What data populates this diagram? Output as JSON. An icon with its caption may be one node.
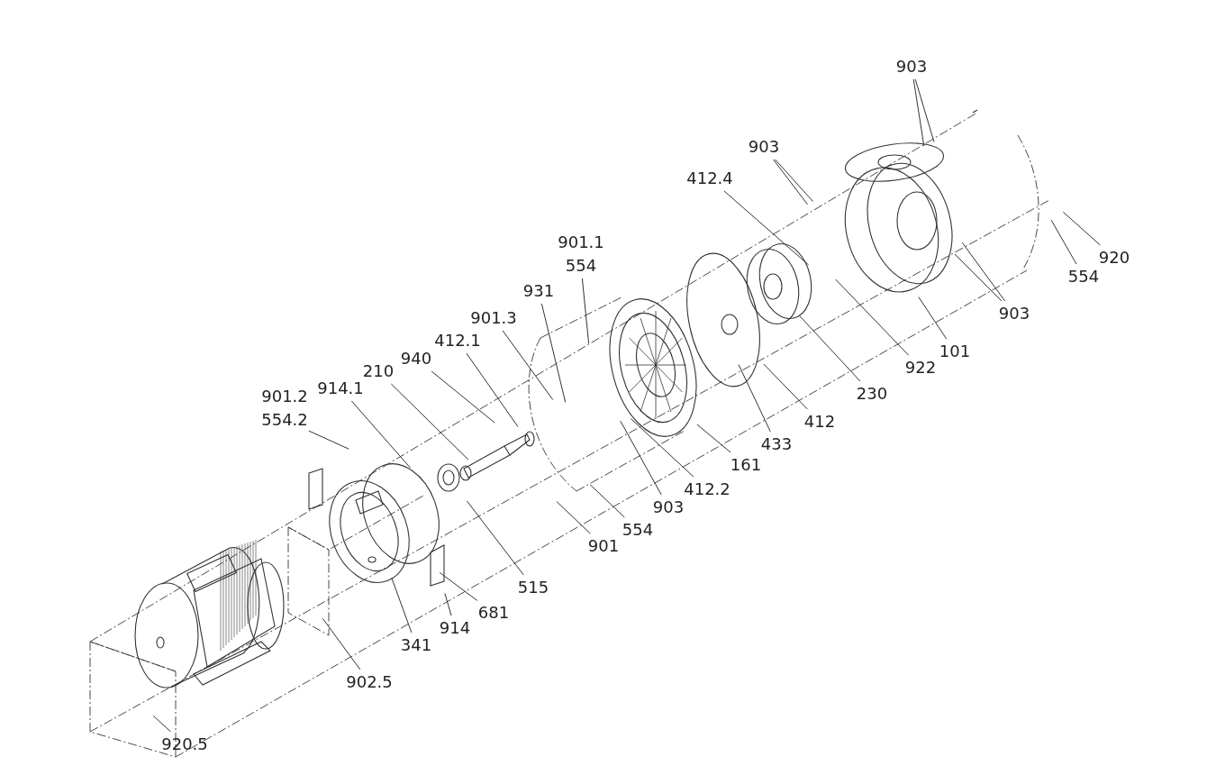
{
  "diagram": {
    "nodes": [
      {
        "text": [
          "903"
        ]
      },
      {
        "text": [
          "903"
        ]
      },
      {
        "text": [
          "412.4"
        ]
      },
      {
        "text": [
          "901.1",
          "554"
        ]
      },
      {
        "text": [
          "931"
        ]
      },
      {
        "text": [
          "901.3"
        ]
      },
      {
        "text": [
          "412.1"
        ]
      },
      {
        "text": [
          "940"
        ]
      },
      {
        "text": [
          "210"
        ]
      },
      {
        "text": [
          "914.1"
        ]
      },
      {
        "text": [
          "901.2",
          "554.2"
        ]
      },
      {
        "text": [
          "920"
        ]
      },
      {
        "text": [
          "554"
        ]
      },
      {
        "text": [
          "903"
        ]
      },
      {
        "text": [
          "101"
        ]
      },
      {
        "text": [
          "922"
        ]
      },
      {
        "text": [
          "230"
        ]
      },
      {
        "text": [
          "412"
        ]
      },
      {
        "text": [
          "433"
        ]
      },
      {
        "text": [
          "161"
        ]
      },
      {
        "text": [
          "412.2"
        ]
      },
      {
        "text": [
          "903"
        ]
      },
      {
        "text": [
          "554"
        ]
      },
      {
        "text": [
          "901"
        ]
      },
      {
        "text": [
          "515"
        ]
      },
      {
        "text": [
          "681"
        ]
      },
      {
        "text": [
          "914"
        ]
      },
      {
        "text": [
          "341"
        ]
      },
      {
        "text": [
          "902.5"
        ]
      },
      {
        "text": [
          "920.5"
        ]
      }
    ],
    "edges": [
      {
        "from": 0,
        "to": null,
        "arrow": "none"
      },
      {
        "from": 0,
        "to": null,
        "arrow": "none"
      },
      {
        "from": 1,
        "to": null,
        "arrow": "none"
      },
      {
        "from": 1,
        "to": null,
        "arrow": "none"
      },
      {
        "from": 2,
        "to": null,
        "arrow": "none"
      },
      {
        "from": 3,
        "to": null,
        "arrow": "none"
      },
      {
        "from": 4,
        "to": null,
        "arrow": "none"
      },
      {
        "from": 5,
        "to": null,
        "arrow": "none"
      },
      {
        "from": 6,
        "to": null,
        "arrow": "none"
      },
      {
        "from": 7,
        "to": null,
        "arrow": "none"
      },
      {
        "from": 8,
        "to": null,
        "arrow": "none"
      },
      {
        "from": 9,
        "to": null,
        "arrow": "none"
      },
      {
        "from": 10,
        "to": null,
        "arrow": "none"
      },
      {
        "from": 11,
        "to": null,
        "arrow": "none"
      },
      {
        "from": 12,
        "to": null,
        "arrow": "none"
      },
      {
        "from": 13,
        "to": null,
        "arrow": "none"
      },
      {
        "from": 13,
        "to": null,
        "arrow": "none"
      },
      {
        "from": 14,
        "to": null,
        "arrow": "none"
      },
      {
        "from": 15,
        "to": null,
        "arrow": "none"
      },
      {
        "from": 16,
        "to": null,
        "arrow": "none"
      },
      {
        "from": 17,
        "to": null,
        "arrow": "none"
      },
      {
        "from": 18,
        "to": null,
        "arrow": "none"
      },
      {
        "from": 19,
        "to": null,
        "arrow": "none"
      },
      {
        "from": 20,
        "to": null,
        "arrow": "none"
      },
      {
        "from": 21,
        "to": null,
        "arrow": "none"
      },
      {
        "from": 22,
        "to": null,
        "arrow": "none"
      },
      {
        "from": 23,
        "to": null,
        "arrow": "none"
      },
      {
        "from": 24,
        "to": null,
        "arrow": "none"
      },
      {
        "from": 25,
        "to": null,
        "arrow": "none"
      },
      {
        "from": 26,
        "to": null,
        "arrow": "none"
      },
      {
        "from": 27,
        "to": null,
        "arrow": "none"
      },
      {
        "from": 28,
        "to": null,
        "arrow": "none"
      },
      {
        "from": 29,
        "to": null,
        "arrow": "none"
      }
    ]
  }
}
